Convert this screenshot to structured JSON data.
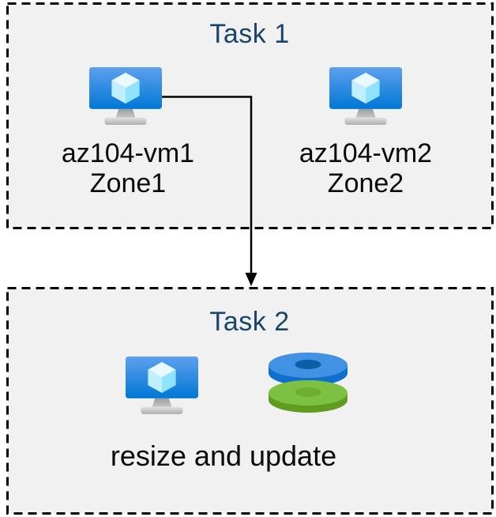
{
  "diagram": {
    "task1": {
      "title": "Task 1",
      "vms": [
        {
          "name": "az104-vm1",
          "zone": "Zone1"
        },
        {
          "name": "az104-vm2",
          "zone": "Zone2"
        }
      ]
    },
    "task2": {
      "title": "Task 2",
      "caption": "resize and update"
    },
    "connector": {
      "from": "az104-vm1",
      "to": "Task 2"
    }
  },
  "icons": {
    "vm": "vm-monitor-cube-icon",
    "disks": "stacked-disks-icon"
  },
  "colors": {
    "page_background": "#FFFFFF",
    "box_background": "#F1F1F1",
    "box_border": "#000000",
    "title_text": "#17456B",
    "label_text": "#0A0A0A",
    "connector": "#000000",
    "vm_screen_top": "#5EA0EF",
    "vm_screen_bottom": "#0078D4",
    "cube_top": "#E8FAFF",
    "cube_left": "#C0F0FF",
    "cube_right": "#8FE3FF",
    "stand_gray_dark": "#9E9E9E",
    "stand_gray_light": "#E3E3E3",
    "disk_blue_top": "#4191E4",
    "disk_blue_side": "#0C70CC",
    "disk_blue_hole": "#0A5FA8",
    "disk_green_top": "#7CC142",
    "disk_green_side": "#609C20",
    "disk_green_hole": "#6EAD2E"
  }
}
